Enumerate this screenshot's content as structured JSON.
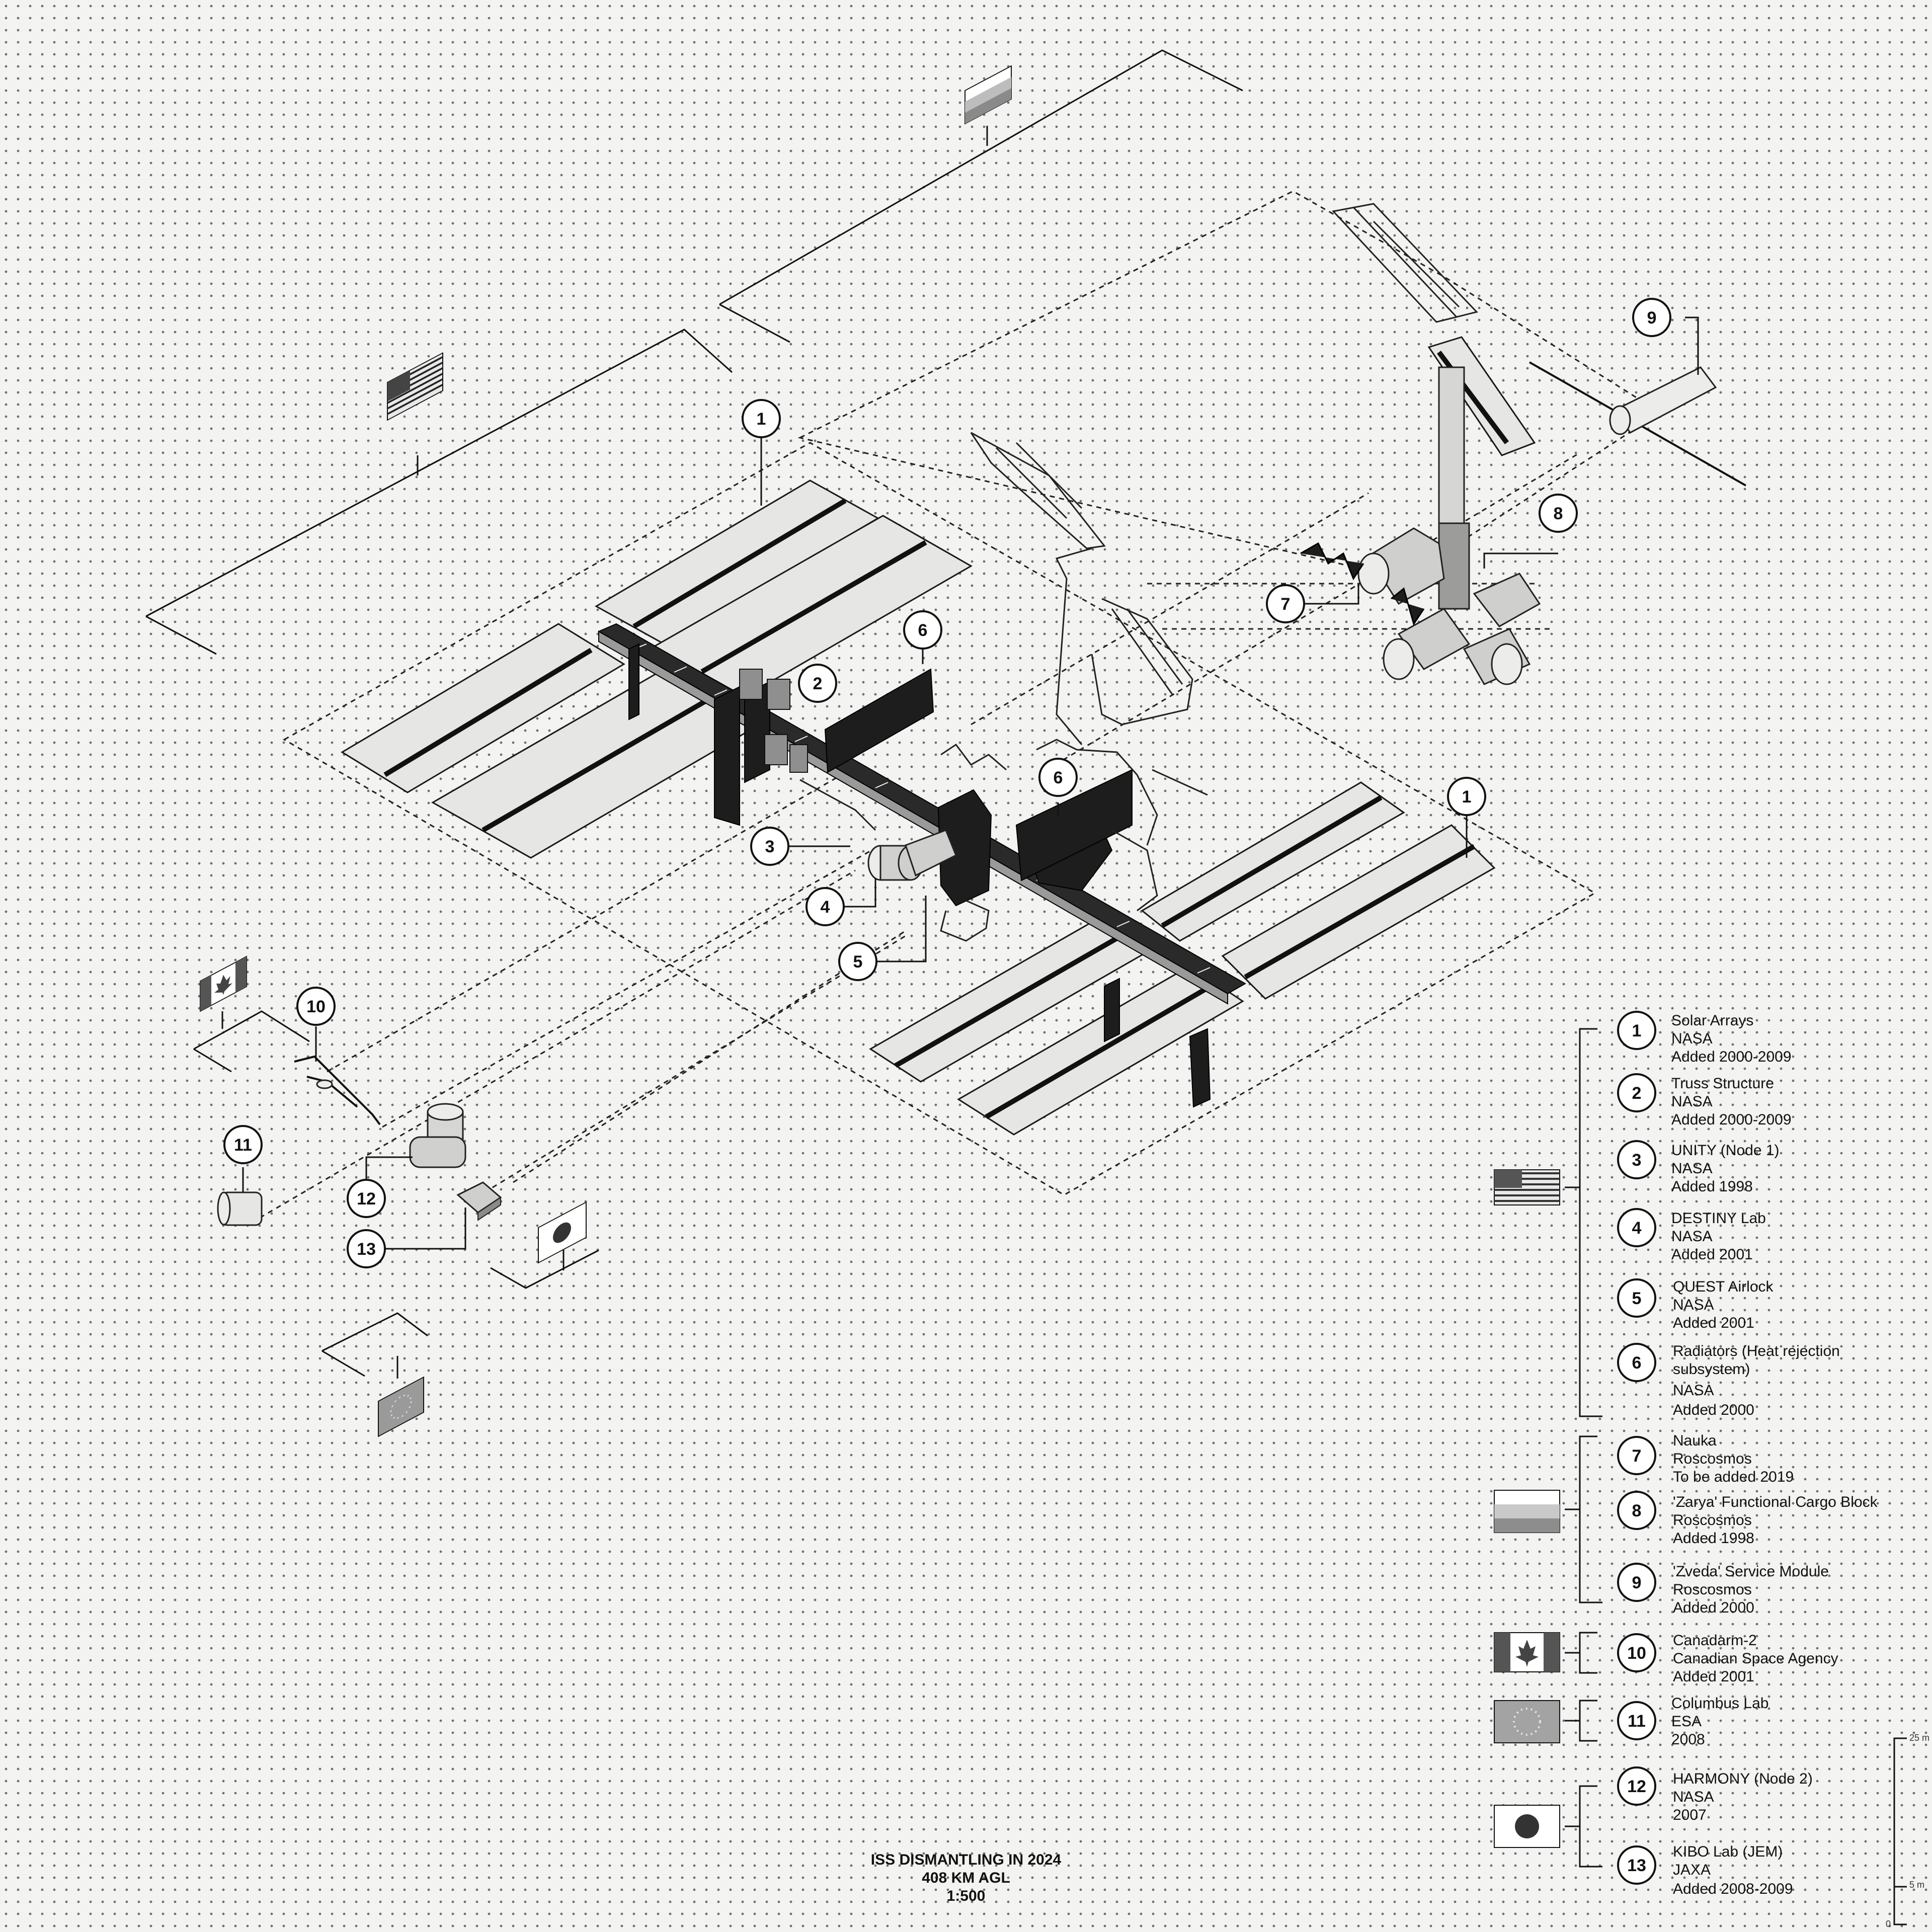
{
  "title": {
    "line1": "ISS DISMANTLING IN 2024",
    "line2": "408 KM AGL",
    "line3": "1:500"
  },
  "legend": {
    "groups": [
      {
        "flag": "usa-flag",
        "items": [
          {
            "num": "1",
            "lines": [
              "Solar Arrays",
              "NASA",
              "Added  2000-2009"
            ]
          },
          {
            "num": "2",
            "lines": [
              "Truss Structure",
              "NASA",
              "Added 2000-2009"
            ]
          },
          {
            "num": "3",
            "lines": [
              "UNITY (Node 1)",
              "NASA",
              "Added  1998"
            ]
          },
          {
            "num": "4",
            "lines": [
              "DESTINY Lab",
              "NASA",
              "Added  2001"
            ]
          },
          {
            "num": "5",
            "lines": [
              "QUEST Airlock",
              "NASA",
              "Added 2001"
            ]
          },
          {
            "num": "6",
            "lines": [
              "Radiators (Heat rejection",
              "subsystem)",
              "NASA",
              "Added 2000"
            ]
          }
        ]
      },
      {
        "flag": "russia-flag",
        "items": [
          {
            "num": "7",
            "lines": [
              "Nauka",
              "Roscosmos",
              "To be added 2019"
            ]
          },
          {
            "num": "8",
            "lines": [
              "'Zarya' Functional Cargo Block",
              "Roscosmos",
              "Added 1998"
            ]
          },
          {
            "num": "9",
            "lines": [
              "'Zveda' Service Module",
              "Roscosmos",
              "Added 2000"
            ]
          }
        ]
      },
      {
        "flag": "canada-flag",
        "items": [
          {
            "num": "10",
            "lines": [
              "Canadarm-2",
              "Canadian Space Agency",
              "Added 2001"
            ]
          }
        ]
      },
      {
        "flag": "eu-flag",
        "items": [
          {
            "num": "11",
            "lines": [
              "Columbus Lab",
              "ESA",
              "2008"
            ]
          }
        ]
      },
      {
        "flag": "japan-flag",
        "items": [
          {
            "num": "12",
            "lines": [
              "HARMONY (Node 2)",
              "NASA",
              "2007"
            ]
          },
          {
            "num": "13",
            "lines": [
              "KIBO Lab (JEM)",
              "JAXA",
              "Added  2008-2009"
            ]
          }
        ]
      }
    ]
  },
  "callouts": [
    "1",
    "1",
    "2",
    "3",
    "4",
    "5",
    "6",
    "6",
    "7",
    "8",
    "9",
    "10",
    "11",
    "12",
    "13"
  ],
  "scale_bar": {
    "top": "25 m",
    "mid": "5 m",
    "bottom": "0"
  },
  "colors": {
    "background": "#f3f3f1",
    "ink": "#111111",
    "russia_red": "#c8c8c8",
    "panel": "#e6e6e4"
  }
}
